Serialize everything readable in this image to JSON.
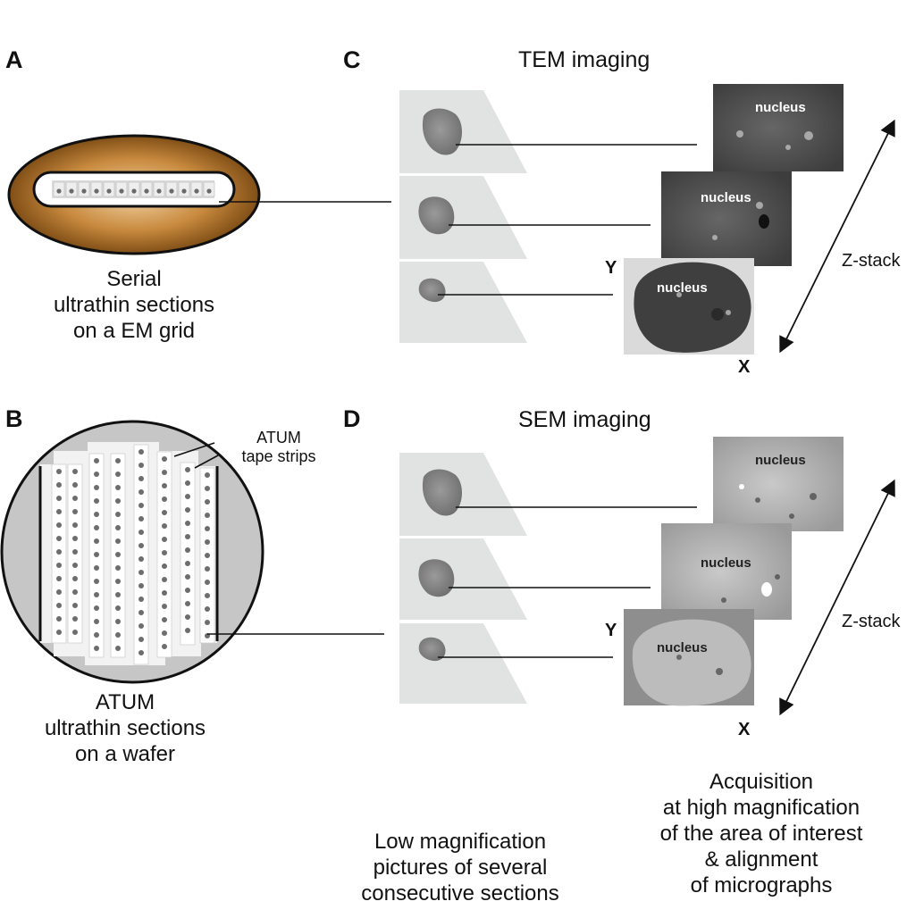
{
  "panels": {
    "a": {
      "letter": "A",
      "caption": [
        "Serial",
        "ultrathin sections",
        "on a EM grid"
      ]
    },
    "b": {
      "letter": "B",
      "label": [
        "ATUM",
        "tape strips"
      ],
      "caption": [
        "ATUM",
        "ultrathin sections",
        "on a wafer"
      ]
    },
    "c": {
      "letter": "C",
      "title": "TEM imaging",
      "nucleus_labels": [
        "nucleus",
        "nucleus",
        "nucleus"
      ],
      "axis_y": "Y",
      "axis_x": "X",
      "stack_label": "Z-stack"
    },
    "d": {
      "letter": "D",
      "title": "SEM imaging",
      "nucleus_labels": [
        "nucleus",
        "nucleus",
        "nucleus"
      ],
      "axis_y": "Y",
      "axis_x": "X",
      "stack_label": "Z-stack"
    }
  },
  "bottom_captions": {
    "low_mag": [
      "Low magnification",
      "pictures of several",
      "consecutive sections"
    ],
    "high_mag": [
      "Acquisition",
      "at high magnification",
      "of the area of interest",
      "& alignment",
      "of micrographs"
    ]
  },
  "colors": {
    "grid_dark": "#7a4a14",
    "grid_light": "#d9a25a",
    "tem_dark": "#555555",
    "sem_light": "#b5b5b5",
    "section_plane": "#e1e3e2"
  }
}
